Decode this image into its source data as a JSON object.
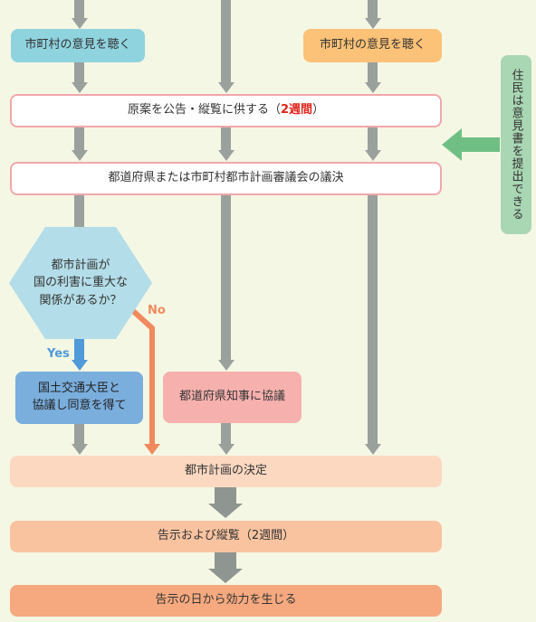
{
  "nodes": {
    "hear_city_left": "市町村の意見を聴く",
    "hear_city_right": "市町村の意見を聴く",
    "public_notice_prefix": "原案を公告・縦覧に供する（",
    "public_notice_period": "2週間",
    "public_notice_suffix": "）",
    "council_resolution": "都道府県または市町村都市計画審議会の議決",
    "decision_question": "都市計画が\n国の利害に重大な\n関係があるか？",
    "minister_consent": "国土交通大臣と\n協議し同意を得て",
    "governor_consult": "都道府県知事に協議",
    "plan_decision": "都市計画の決定",
    "notice_and_inspection": "告示および縦覧（2週間）",
    "effective_from_notice": "告示の日から効力を生じる",
    "residents_opinion": "住民は意見書を提出できる"
  },
  "branches": {
    "yes": "Yes",
    "no": "No"
  },
  "colors": {
    "teal": "#8fd3df",
    "amber": "#fcc277",
    "blue": "#7aaedd",
    "pink": "#f6b1ae",
    "green": "#a9d6b3",
    "red_accent": "#e2231a",
    "connector": "#9aa09c",
    "no_path": "#f08a5d",
    "yes_path": "#4f9ad8"
  }
}
